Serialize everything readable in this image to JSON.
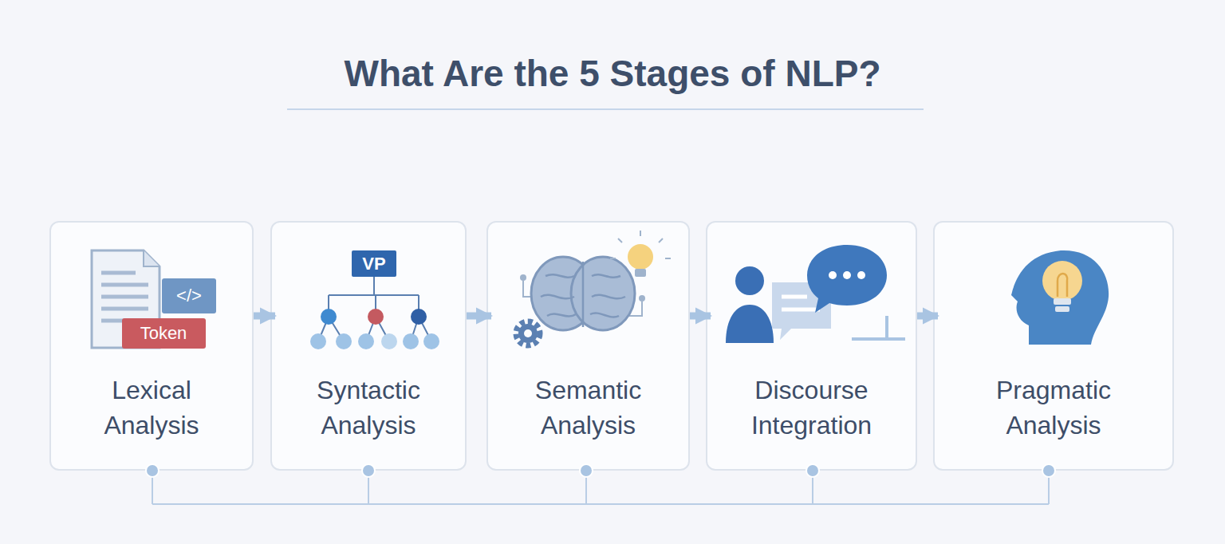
{
  "diagram": {
    "title": "What Are the 5 Stages of NLP?",
    "nodes": [
      {
        "text": [
          "Lexical Analysis"
        ]
      },
      {
        "text": [
          "Syntactic Analysis"
        ]
      },
      {
        "text": [
          "Semantic Analysis"
        ]
      },
      {
        "text": [
          "Discourse Integration"
        ]
      },
      {
        "text": [
          "Pragmatic Analysis"
        ]
      }
    ],
    "edges": [
      {
        "from": 0,
        "to": 1,
        "arrow": "to"
      },
      {
        "from": 1,
        "to": 2,
        "arrow": "to"
      },
      {
        "from": 2,
        "to": 3,
        "arrow": "to"
      },
      {
        "from": 3,
        "to": 4,
        "arrow": "to"
      }
    ],
    "labels": [
      "</>",
      "Token",
      "VP"
    ]
  }
}
